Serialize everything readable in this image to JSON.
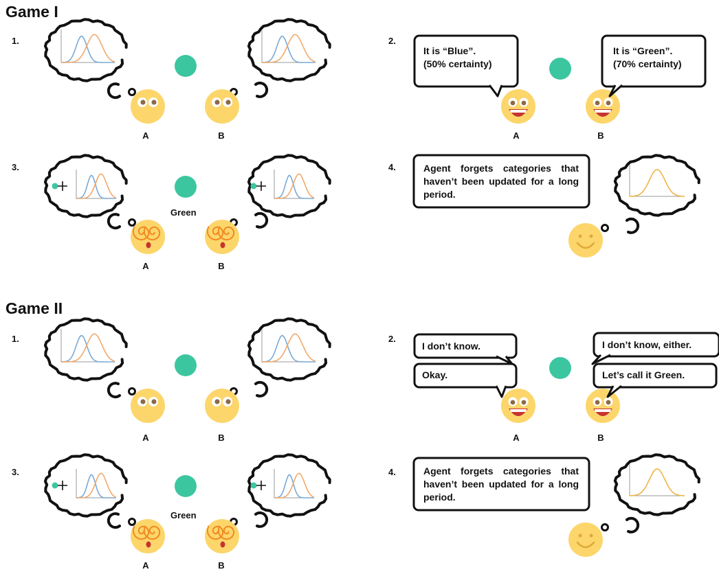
{
  "colors": {
    "object": "#3cc6a0",
    "face": "#fcd66b",
    "curve_blue": "#7aa9d6",
    "curve_orange": "#f2a96b",
    "curve_forget": "#f0b444",
    "outline": "#111111"
  },
  "icons": [
    "thought-cloud-icon",
    "face-icon",
    "distribution-plot-icon",
    "plus-icon",
    "dizzy-eyes-icon"
  ],
  "games": [
    {
      "title": "Game I",
      "panels": {
        "p1": {
          "number": "1.",
          "agent_a": "A",
          "agent_b": "B"
        },
        "p2": {
          "number": "2.",
          "agent_a": "A",
          "agent_b": "B",
          "speech_a": "It is “Blue”.\n(50% certainty)",
          "speech_b": "It is “Green”.\n(70% certainty)"
        },
        "p3": {
          "number": "3.",
          "agent_a": "A",
          "agent_b": "B",
          "object_label": "Green"
        },
        "p4": {
          "number": "4.",
          "note": "Agent forgets categories that haven’t been updated for a long period."
        }
      }
    },
    {
      "title": "Game II",
      "panels": {
        "p1": {
          "number": "1.",
          "agent_a": "A",
          "agent_b": "B"
        },
        "p2": {
          "number": "2.",
          "agent_a": "A",
          "agent_b": "B",
          "speech_a1": "I don’t know.",
          "speech_a2": "Okay.",
          "speech_b1": "I don’t know, either.",
          "speech_b2": "Let’s call it Green."
        },
        "p3": {
          "number": "3.",
          "agent_a": "A",
          "agent_b": "B",
          "object_label": "Green"
        },
        "p4": {
          "number": "4.",
          "note": "Agent forgets categories that haven’t been updated for a long period."
        }
      }
    }
  ]
}
